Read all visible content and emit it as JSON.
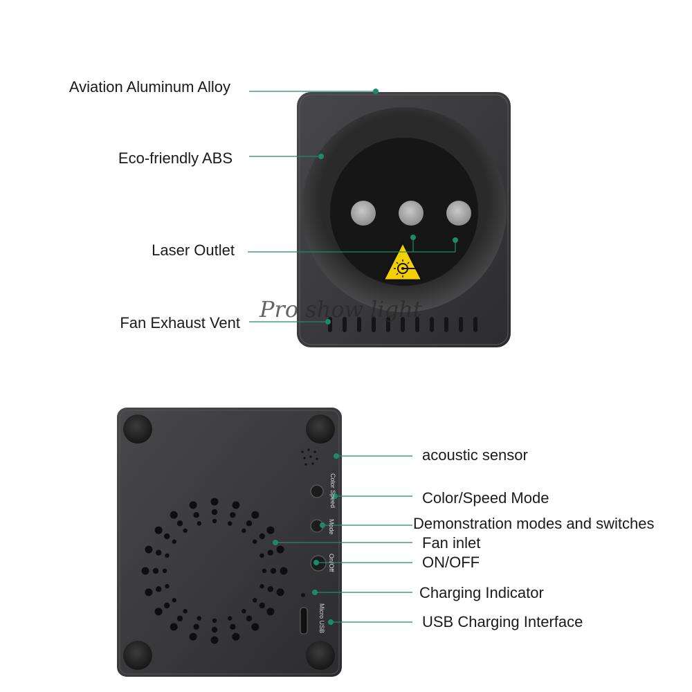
{
  "front_device": {
    "callouts": [
      {
        "id": "aviation-aluminum-alloy",
        "label": "Aviation Aluminum Alloy"
      },
      {
        "id": "eco-friendly-abs",
        "label": "Eco-friendly ABS"
      },
      {
        "id": "laser-outlet",
        "label": "Laser Outlet"
      },
      {
        "id": "fan-exhaust-vent",
        "label": "Fan Exhaust Vent"
      }
    ]
  },
  "back_device": {
    "callouts": [
      {
        "id": "acoustic-sensor",
        "label": "acoustic sensor"
      },
      {
        "id": "color-speed-mode",
        "label": "Color/Speed Mode"
      },
      {
        "id": "demonstration-modes",
        "label": "Demonstration modes and switches"
      },
      {
        "id": "fan-inlet",
        "label": "Fan inlet"
      },
      {
        "id": "on-off",
        "label": "ON/OFF"
      },
      {
        "id": "charging-indicator",
        "label": "Charging Indicator"
      },
      {
        "id": "usb-charging-interface",
        "label": "USB Charging Interface"
      }
    ],
    "side_markings": {
      "color_speed": "Color Speed",
      "mode": "Mode",
      "on_off": "On/Off",
      "micro_usb": "Micro USB"
    }
  },
  "watermark": "Pro show light",
  "colors": {
    "leader_line": "#1f8a6a",
    "housing": "#3a3a3c",
    "lens_area": "#161616",
    "warning_yellow": "#f5d000"
  }
}
